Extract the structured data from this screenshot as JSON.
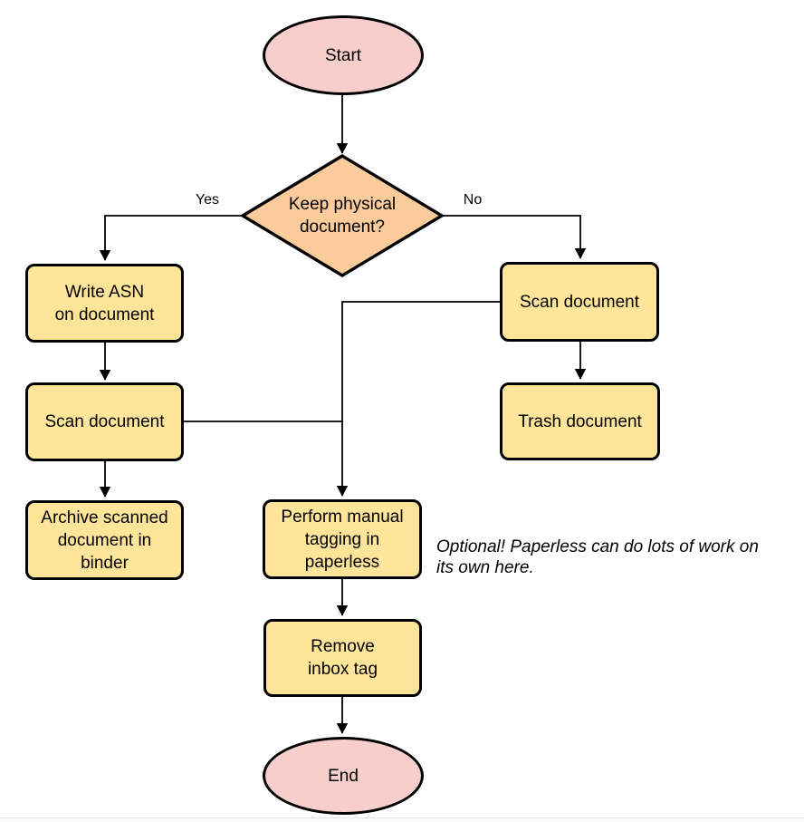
{
  "colors": {
    "terminator_fill": "#F8CECC",
    "decision_fill": "#FBCB9C",
    "process_fill": "#FFE599",
    "stroke": "#000000"
  },
  "nodes": {
    "start": {
      "type": "terminator",
      "label": "Start"
    },
    "decision": {
      "type": "decision",
      "label": "Keep physical\ndocument?"
    },
    "write_asn": {
      "type": "process",
      "label": "Write ASN\non document"
    },
    "scan_left": {
      "type": "process",
      "label": "Scan document"
    },
    "archive": {
      "type": "process",
      "label": "Archive scanned\ndocument in\nbinder"
    },
    "scan_right": {
      "type": "process",
      "label": "Scan document"
    },
    "trash": {
      "type": "process",
      "label": "Trash document"
    },
    "tagging": {
      "type": "process",
      "label": "Perform manual\ntagging in\npaperless"
    },
    "remove_inbox": {
      "type": "process",
      "label": "Remove\ninbox tag"
    },
    "end": {
      "type": "terminator",
      "label": "End"
    }
  },
  "edge_labels": {
    "yes": "Yes",
    "no": "No"
  },
  "annotation": {
    "text": "Optional! Paperless can do lots of work on\nits own here."
  }
}
